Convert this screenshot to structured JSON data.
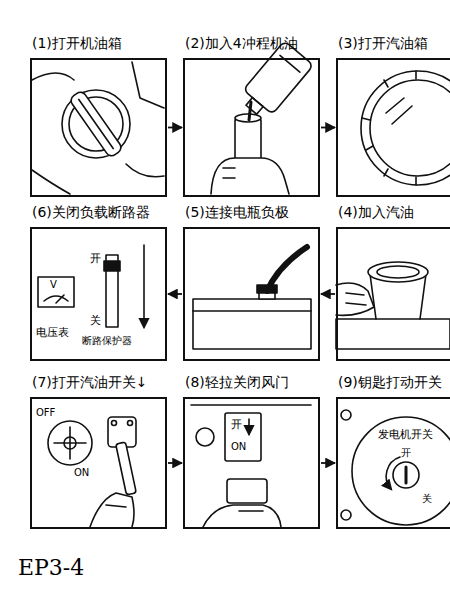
{
  "diagram": {
    "nodes": [
      {
        "text": [
          "(1)打开机油箱"
        ]
      },
      {
        "text": [
          "(2)加入4冲程机油"
        ]
      },
      {
        "text": [
          "(3)打开汽油箱"
        ]
      },
      {
        "text": [
          "(4)加入汽油"
        ]
      },
      {
        "text": [
          "(5)连接电瓶负极"
        ]
      },
      {
        "text": [
          "(6)关闭负载断路器"
        ]
      },
      {
        "text": [
          "(7)打开汽油开关↓"
        ]
      },
      {
        "text": [
          "(8)轻拉关闭风门"
        ]
      },
      {
        "text": [
          "(9)钥匙打动开关"
        ]
      }
    ],
    "edges": [
      {
        "from": 0,
        "to": 1,
        "arrow": "to"
      },
      {
        "from": 1,
        "to": 2,
        "arrow": "to"
      },
      {
        "from": 3,
        "to": 4,
        "arrow": "to"
      },
      {
        "from": 4,
        "to": 5,
        "arrow": "to"
      },
      {
        "from": 6,
        "to": 7,
        "arrow": "to"
      },
      {
        "from": 7,
        "to": 8,
        "arrow": "to"
      }
    ],
    "labels": [
      "V",
      "电压表",
      "开",
      "关",
      "断路保护器",
      "OFF",
      "ON",
      "开",
      "ON",
      "发电机开关",
      "开",
      "关",
      "EP3-4"
    ]
  }
}
